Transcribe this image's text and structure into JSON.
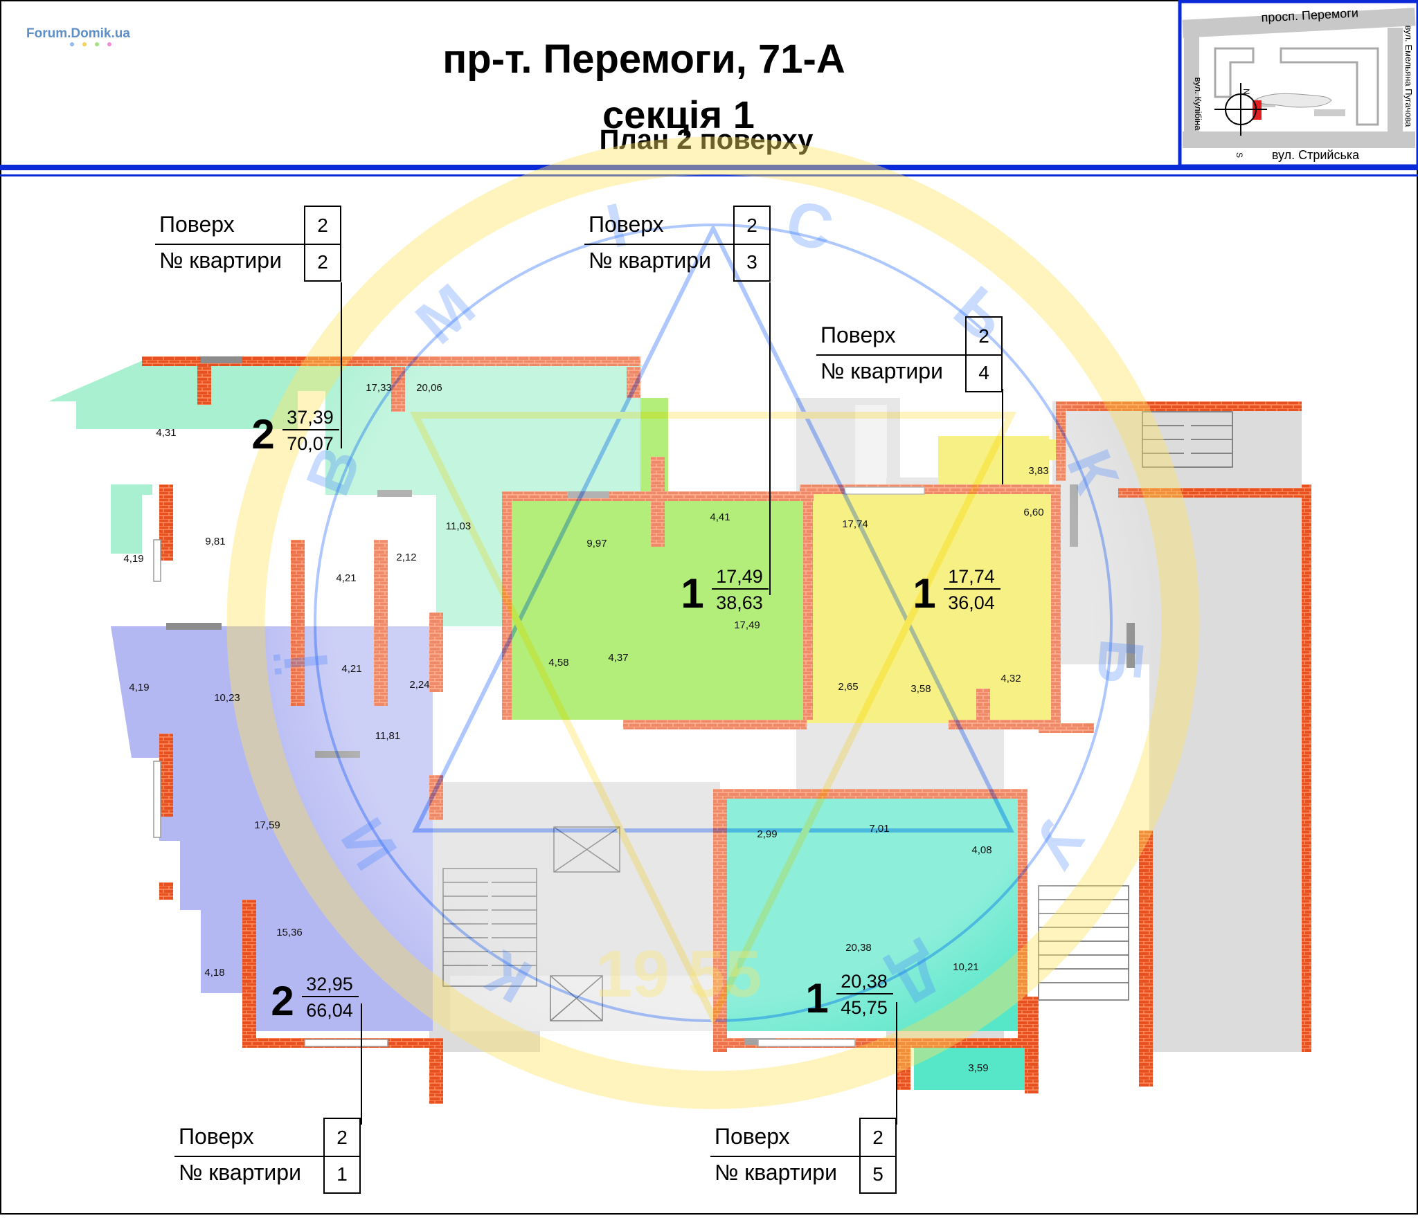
{
  "header": {
    "brand": "Forum.Domik.ua",
    "title_line1": "пр-т. Перемоги, 71-А",
    "title_line2": "секція 1",
    "title_line3": "План 2 поверху"
  },
  "location_map": {
    "street_top": "просп. Перемоги",
    "street_right": "вул. Емельяна Пугачова",
    "street_left": "вул. Кулібіна",
    "street_bottom": "вул. Стрийська",
    "north": "N",
    "south": "S"
  },
  "watermark": {
    "letters": [
      "К",
      "И",
      "Ї",
      "В",
      "М",
      "І",
      "С",
      "Ь",
      "К",
      "Б",
      "У",
      "Д"
    ],
    "year": "19 55"
  },
  "legend_labels": {
    "floor": "Поверх",
    "apartment": "№ квартири"
  },
  "apartment_tags": [
    {
      "id": "2",
      "floor": "2",
      "apartment": "2"
    },
    {
      "id": "3",
      "floor": "2",
      "apartment": "3"
    },
    {
      "id": "4",
      "floor": "2",
      "apartment": "4"
    },
    {
      "id": "1",
      "floor": "2",
      "apartment": "1"
    },
    {
      "id": "5",
      "floor": "2",
      "apartment": "5"
    }
  ],
  "apartments": [
    {
      "id": "2",
      "rooms": "2",
      "living_area": "37,39",
      "total_area": "70,07",
      "color": "#a8f0d0"
    },
    {
      "id": "3",
      "rooms": "1",
      "living_area": "17,49",
      "total_area": "38,63",
      "color": "#8ee53a"
    },
    {
      "id": "4",
      "rooms": "1",
      "living_area": "17,74",
      "total_area": "36,04",
      "color": "#f3ea4a"
    },
    {
      "id": "1",
      "rooms": "2",
      "living_area": "32,95",
      "total_area": "66,04",
      "color": "#b4b8f2"
    },
    {
      "id": "5",
      "rooms": "1",
      "living_area": "20,38",
      "total_area": "45,75",
      "color": "#56e6c8"
    }
  ],
  "room_areas": [
    "4,31",
    "17,33",
    "20,06",
    "4,19",
    "9,81",
    "11,03",
    "4,21",
    "2,12",
    "9,97",
    "4,41",
    "17,49",
    "4,58",
    "4,37",
    "17,74",
    "3,83",
    "6,60",
    "2,65",
    "3,58",
    "4,32",
    "4,19",
    "10,23",
    "4,21",
    "2,24",
    "11,81",
    "17,59",
    "15,36",
    "4,18",
    "2,99",
    "7,01",
    "4,08",
    "20,38",
    "10,21",
    "3,59"
  ],
  "colors": {
    "header_rule": "#0a2ad8",
    "brick": "#f26b32",
    "common_area": "#dcdcdc"
  }
}
